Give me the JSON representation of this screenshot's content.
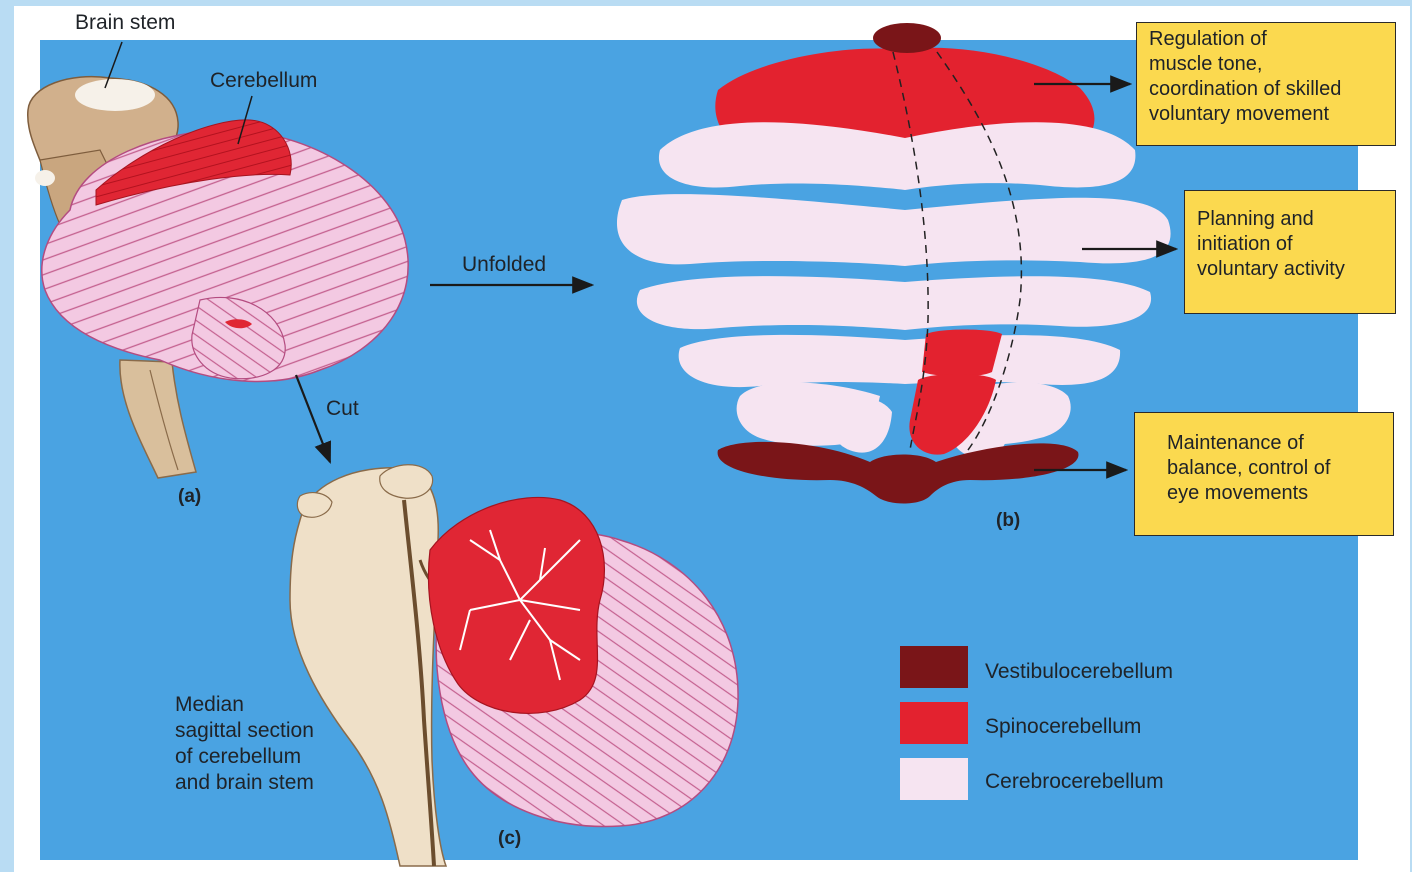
{
  "labels": {
    "brain_stem": "Brain stem",
    "cerebellum": "Cerebellum",
    "unfolded": "Unfolded",
    "cut": "Cut",
    "panel_a": "(a)",
    "panel_b": "(b)",
    "panel_c": "(c)",
    "median_caption": [
      "Median",
      "sagittal section",
      "of cerebellum",
      "and brain stem"
    ]
  },
  "functions": {
    "spino": [
      "Regulation of",
      "muscle tone,",
      "coordination of skilled",
      "voluntary movement"
    ],
    "cerebro": [
      "Planning and",
      "initiation of",
      "voluntary activity"
    ],
    "vestibulo": [
      "Maintenance of",
      "balance, control of",
      "eye movements"
    ]
  },
  "legend": [
    {
      "label": "Vestibulocerebellum",
      "color": "#7a1518"
    },
    {
      "label": "Spinocerebellum",
      "color": "#e3222f"
    },
    {
      "label": "Cerebrocerebellum",
      "color": "#f6e4f1"
    }
  ],
  "colors": {
    "background": "#4aa3e2",
    "box_fill": "#fbd94f",
    "folia_pink": "#f2c6e0",
    "brainstem_tan": "#d9bf9c"
  }
}
